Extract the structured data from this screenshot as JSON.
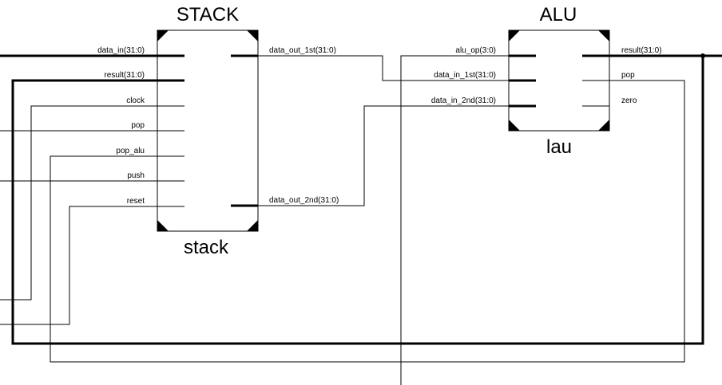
{
  "stack": {
    "title": "STACK",
    "instance": "stack",
    "inputs": [
      "data_in(31:0)",
      "result(31:0)",
      "clock",
      "pop",
      "pop_alu",
      "push",
      "reset"
    ],
    "outputs": [
      "data_out_1st(31:0)",
      "data_out_2nd(31:0)"
    ]
  },
  "alu": {
    "title": "ALU",
    "instance": "lau",
    "inputs": [
      "alu_op(3:0)",
      "data_in_1st(31:0)",
      "data_in_2nd(31:0)"
    ],
    "outputs": [
      "result(31:0)",
      "pop",
      "zero"
    ]
  }
}
